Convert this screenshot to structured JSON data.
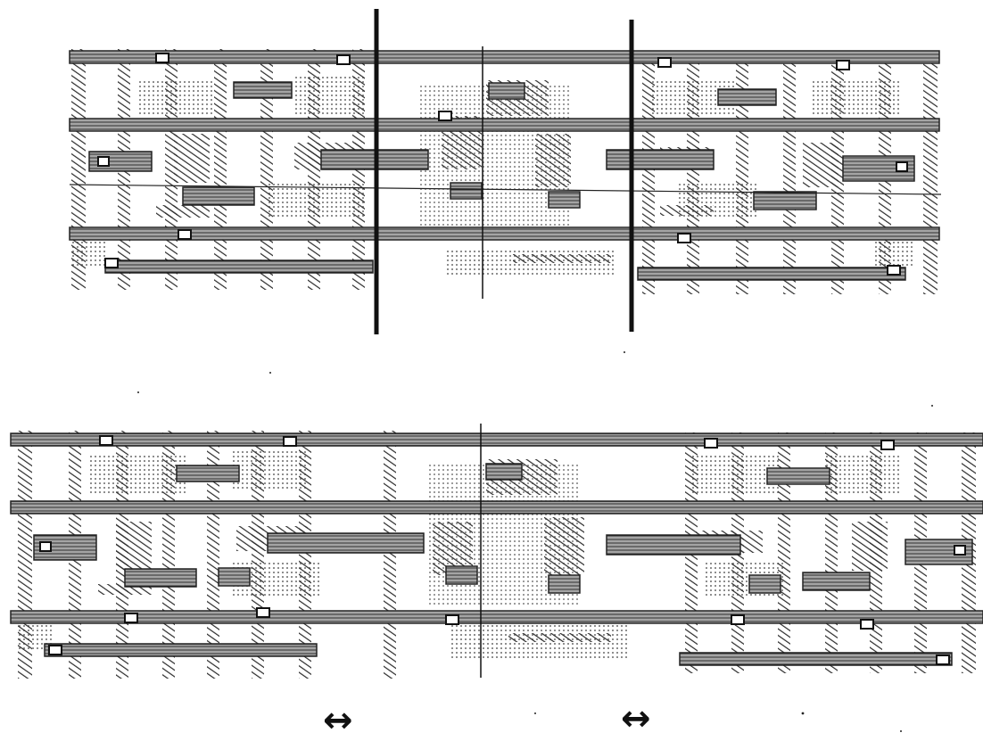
{
  "figure": {
    "panels": [
      {
        "name": "top-layout-cell",
        "has_cut_lines": true,
        "cut_line_count": 2,
        "center_line": true
      },
      {
        "name": "bottom-layout-cell",
        "has_cut_lines": false,
        "center_line": true
      }
    ],
    "arrows": [
      "↔",
      "↔"
    ],
    "colors": {
      "ink": "#1a1a1a",
      "metal": "#2a2a2a",
      "hatch": "#333333",
      "dots": "#555555",
      "background": "#ffffff"
    }
  }
}
